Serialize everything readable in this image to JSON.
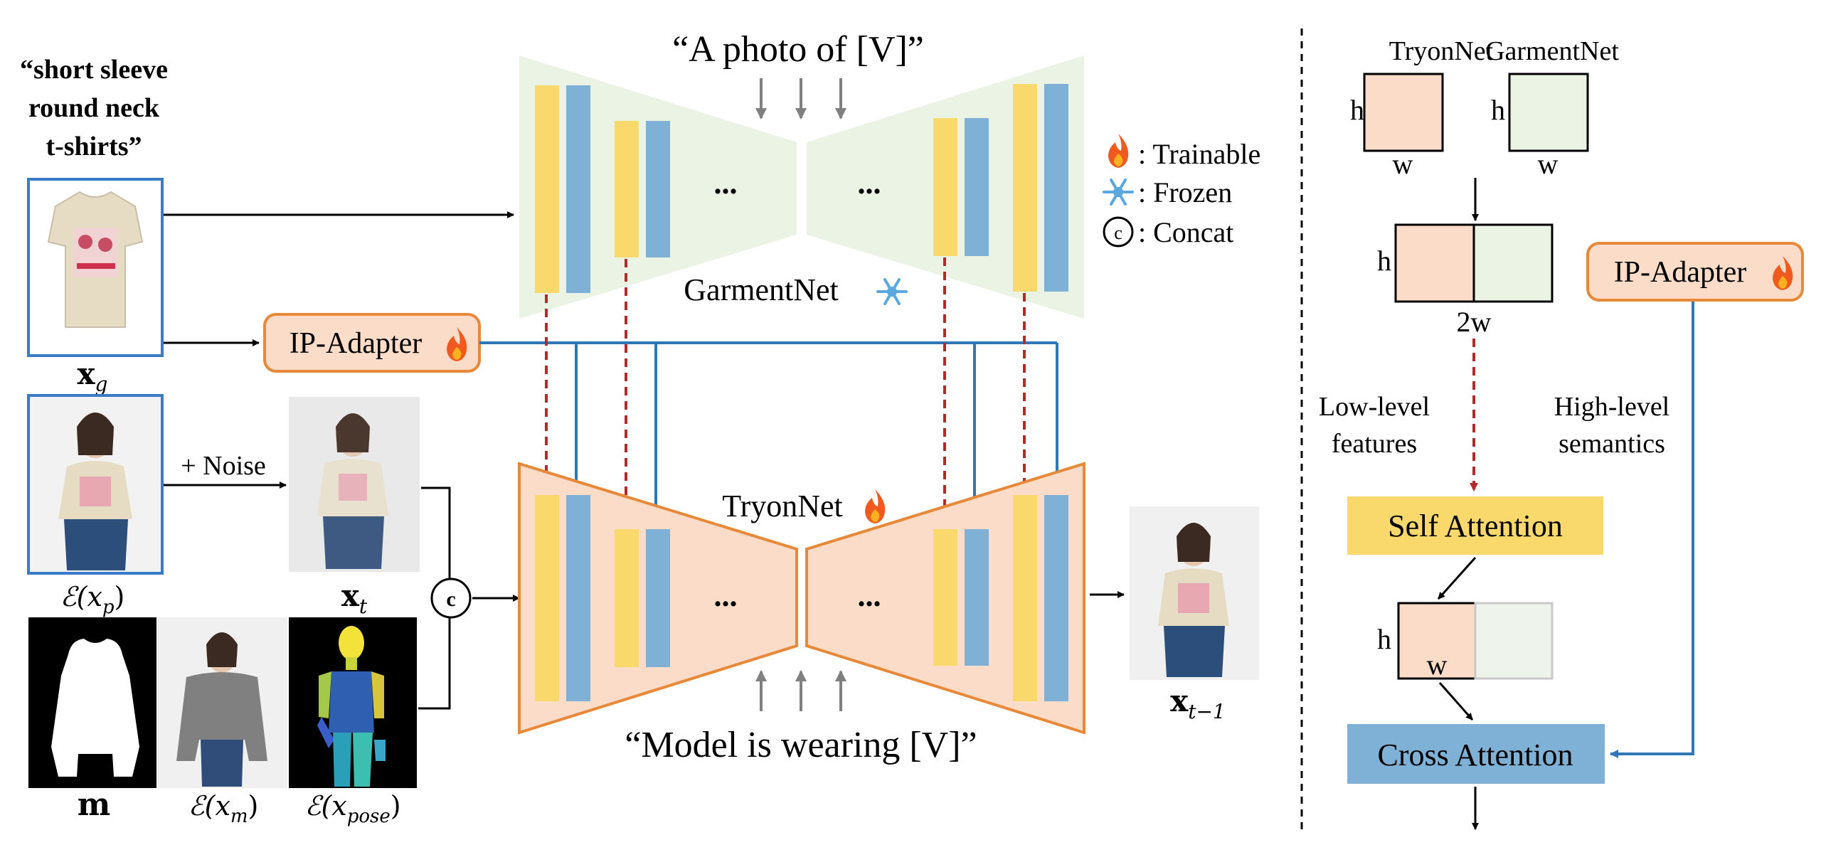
{
  "prompts": {
    "garment": "“A photo of [V]”",
    "model": "“Model is wearing [V]”"
  },
  "text_prompt_lines": [
    "“short sleeve",
    "round neck",
    "t-shirts”"
  ],
  "labels": {
    "xg": "x",
    "xg_sub": "g",
    "xt": "x",
    "xt_sub": "t",
    "xt1": "x",
    "xt1_sub": "t−1",
    "exp": "ℰ(x",
    "exp_sub": "p",
    "exp_close": ")",
    "m": "m",
    "exm": "ℰ(x",
    "exm_sub": "m",
    "exm_close": ")",
    "expose": "ℰ(x",
    "expose_sub": "pose",
    "expose_close": ")",
    "noise": "+ Noise",
    "concat_symbol": "c",
    "ellipsis": "..."
  },
  "nets": {
    "garment": "GarmentNet",
    "tryon": "TryonNet",
    "ip_adapter": "IP-Adapter"
  },
  "legend": {
    "trainable": ": Trainable",
    "frozen": ": Frozen",
    "concat": ": Concat",
    "concat_symbol": "c"
  },
  "right_panel": {
    "tryonnet": "TryonNet",
    "garmentnet": "GarmentNet",
    "h": "h",
    "w": "w",
    "two_w": "2w",
    "low_level": [
      "Low-level",
      "features"
    ],
    "high_level": [
      "High-level",
      "semantics"
    ],
    "self_attention": "Self Attention",
    "cross_attention": "Cross Attention",
    "ip_adapter": "IP-Adapter"
  },
  "colors": {
    "yellow": "#f9d96b",
    "blue": "#7fb0d5",
    "orange_fill": "#fadcc8",
    "orange_stroke": "#e8893a",
    "green_fill": "#eaf3e4",
    "arrow_blue": "#2e78b7",
    "arrow_red": "#b22a2a",
    "gray_arrow": "#808080",
    "image_border": "#3a7bc8"
  }
}
